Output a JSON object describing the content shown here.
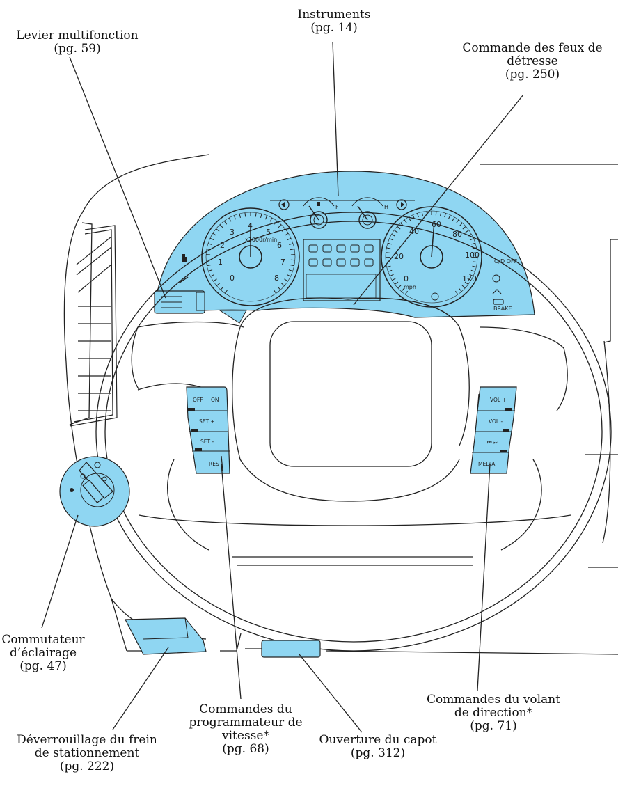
{
  "colors": {
    "highlight": "#8fd6f2",
    "outline": "#222222",
    "background": "#ffffff"
  },
  "callouts": [
    {
      "id": "levier",
      "lines": [
        "Levier multifonction",
        "(pg. 59)"
      ]
    },
    {
      "id": "instruments",
      "lines": [
        "Instruments",
        "(pg. 14)"
      ]
    },
    {
      "id": "feux",
      "lines": [
        "Commande des feux de",
        "détresse",
        "(pg. 250)"
      ]
    },
    {
      "id": "eclairage",
      "lines": [
        "Commutateur",
        "d’éclairage",
        "(pg. 47)"
      ]
    },
    {
      "id": "frein",
      "lines": [
        "Déverrouillage du frein",
        "de stationnement",
        "(pg. 222)"
      ]
    },
    {
      "id": "vitesse",
      "lines": [
        "Commandes du",
        "programmateur de",
        "vitesse*",
        "(pg. 68)"
      ]
    },
    {
      "id": "capot",
      "lines": [
        "Ouverture du capot",
        "(pg. 312)"
      ]
    },
    {
      "id": "volant",
      "lines": [
        "Commandes du volant",
        "de direction*",
        "(pg. 71)"
      ]
    }
  ],
  "cruise_buttons": [
    "OFF",
    "ON",
    "SET +",
    "SET -",
    "RES"
  ],
  "audio_buttons": [
    "VOL +",
    "VOL -",
    "⏮ ⏭",
    "MEDIA"
  ],
  "tachometer": {
    "ticks": [
      "0",
      "1",
      "2",
      "3",
      "4",
      "5",
      "6",
      "7",
      "8"
    ],
    "unit": "x1000r/min"
  },
  "speedometer": {
    "ticks": [
      "0",
      "20",
      "40",
      "60",
      "80",
      "100",
      "120"
    ],
    "unit": "mph"
  },
  "gauges": {
    "fuel_end": "F",
    "temp_end": "H"
  },
  "right_indicators": [
    "O/D OFF",
    "BRAKE"
  ]
}
